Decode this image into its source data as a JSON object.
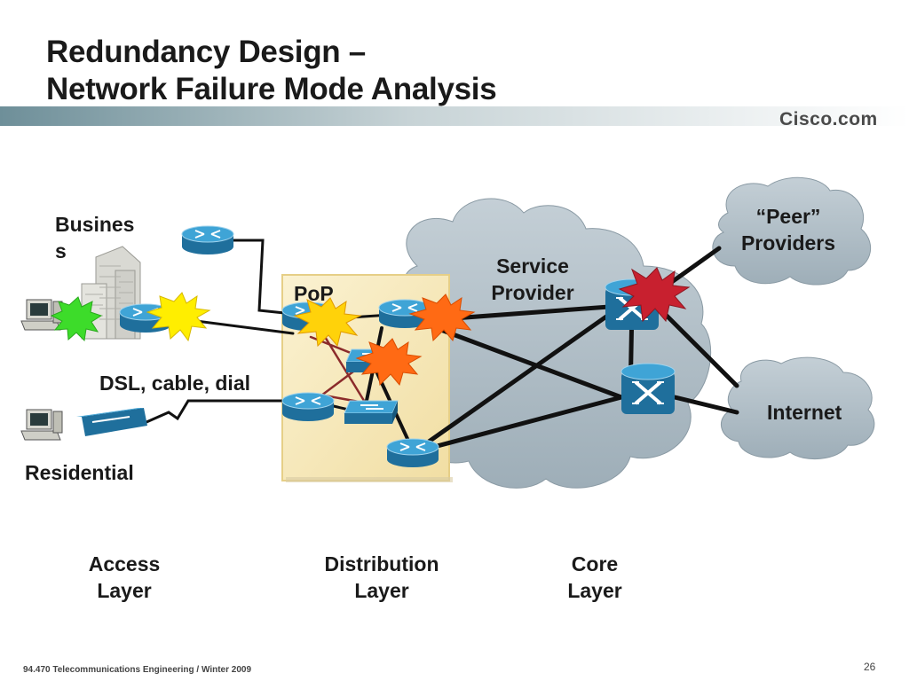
{
  "slide": {
    "title_line1": "Redundancy Design –",
    "title_line2": "Network Failure Mode Analysis",
    "logo": "Cisco.com",
    "footer": "94.470 Telecommunications Engineering / Winter 2009",
    "page_number": "26"
  },
  "diagram": {
    "business_label": "Busines\ns",
    "residential_label": "Residential",
    "dsl_label": "DSL, cable, dial",
    "pop_label": "PoP",
    "service_provider_label": "Service\nProvider",
    "peer_providers_label": "“Peer”\nProviders",
    "internet_label": "Internet",
    "layers": [
      {
        "label": "Access\nLayer"
      },
      {
        "label": "Distribution\nLayer"
      },
      {
        "label": "Core\nLayer"
      }
    ],
    "colors": {
      "router": "#2b8fc4",
      "cloud": "#aab8c2",
      "pop_box": "#f6e9bd",
      "failure_green": "#3ddc2a",
      "failure_yellow": "#ffee00",
      "failure_orange": "#ff6a14",
      "failure_red": "#c8202f"
    }
  }
}
